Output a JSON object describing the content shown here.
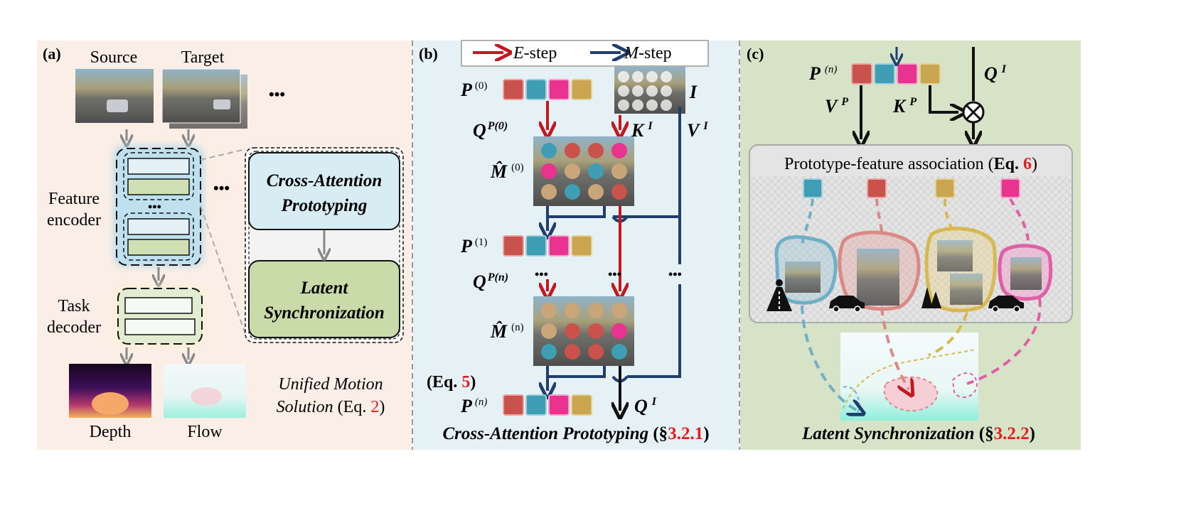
{
  "panel_a": {
    "tag": "(a)",
    "source_label": "Source",
    "target_label": "Target",
    "ellipsis": "•••",
    "feature_encoder_line1": "Feature",
    "feature_encoder_line2": "encoder",
    "task_decoder_line1": "Task",
    "task_decoder_line2": "decoder",
    "module_1_line1": "Cross-Attention",
    "module_1_line2": "Prototyping",
    "module_2_line1": "Latent",
    "module_2_line2": "Synchronization",
    "unified_line1": "Unified Motion",
    "unified_line2_a": "Solution",
    "unified_line2_b": " (Eq. ",
    "unified_eq_ref": "2",
    "unified_close": ")",
    "depth_label": "Depth",
    "flow_label": "Flow"
  },
  "panel_b": {
    "tag": "(b)",
    "legend_e": "E",
    "legend_e_suffix": "-step",
    "legend_m": "M",
    "legend_m_suffix": "-step",
    "p0": "P",
    "p0_sup": "(0)",
    "image_I": "I",
    "q_p0": "Q",
    "q_p0_sup": "P(0)",
    "k_i": "K",
    "k_i_sup": "I",
    "v_i": "V",
    "v_i_sup": "I",
    "m0": "M̂",
    "m0_sup": "(0)",
    "p1": "P",
    "p1_sup": "(1)",
    "q_pn": "Q",
    "q_pn_sup": "P(n)",
    "mn": "M̂",
    "mn_sup": "(n)",
    "eq5_open": "(Eq. ",
    "eq5_ref": "5",
    "eq5_close": ")",
    "pn": "P",
    "pn_sup": "(n)",
    "q_i": "Q",
    "q_i_sup": "I",
    "caption_main": "Cross-Attention Prototyping",
    "caption_open": " (§",
    "caption_ref": "3.2.1",
    "caption_close": ")",
    "ellipsis": "•••"
  },
  "panel_c": {
    "tag": "(c)",
    "pn": "P",
    "pn_sup": "(n)",
    "v_p": "V",
    "v_p_sup": "P",
    "k_p": "K",
    "k_p_sup": "P",
    "q_i": "Q",
    "q_i_sup": "I",
    "assoc_title": "Prototype-feature association (",
    "assoc_eq": "Eq. ",
    "assoc_ref": "6",
    "assoc_close": ")",
    "caption_main": "Latent Synchronization",
    "caption_open": " (§",
    "caption_ref": "3.2.2",
    "caption_close": ")"
  },
  "colors": {
    "panel_a_bg": "#fbeee6",
    "panel_b_bg": "#e6f1f5",
    "panel_c_bg": "#d7e3c6",
    "proto_red": "#c9524d",
    "proto_blue": "#3f9eb3",
    "proto_pink": "#e8338f",
    "proto_gold": "#c9a64f",
    "e_step": "#c01a20",
    "m_step": "#1f3e6e",
    "ref_red": "#e02020"
  }
}
